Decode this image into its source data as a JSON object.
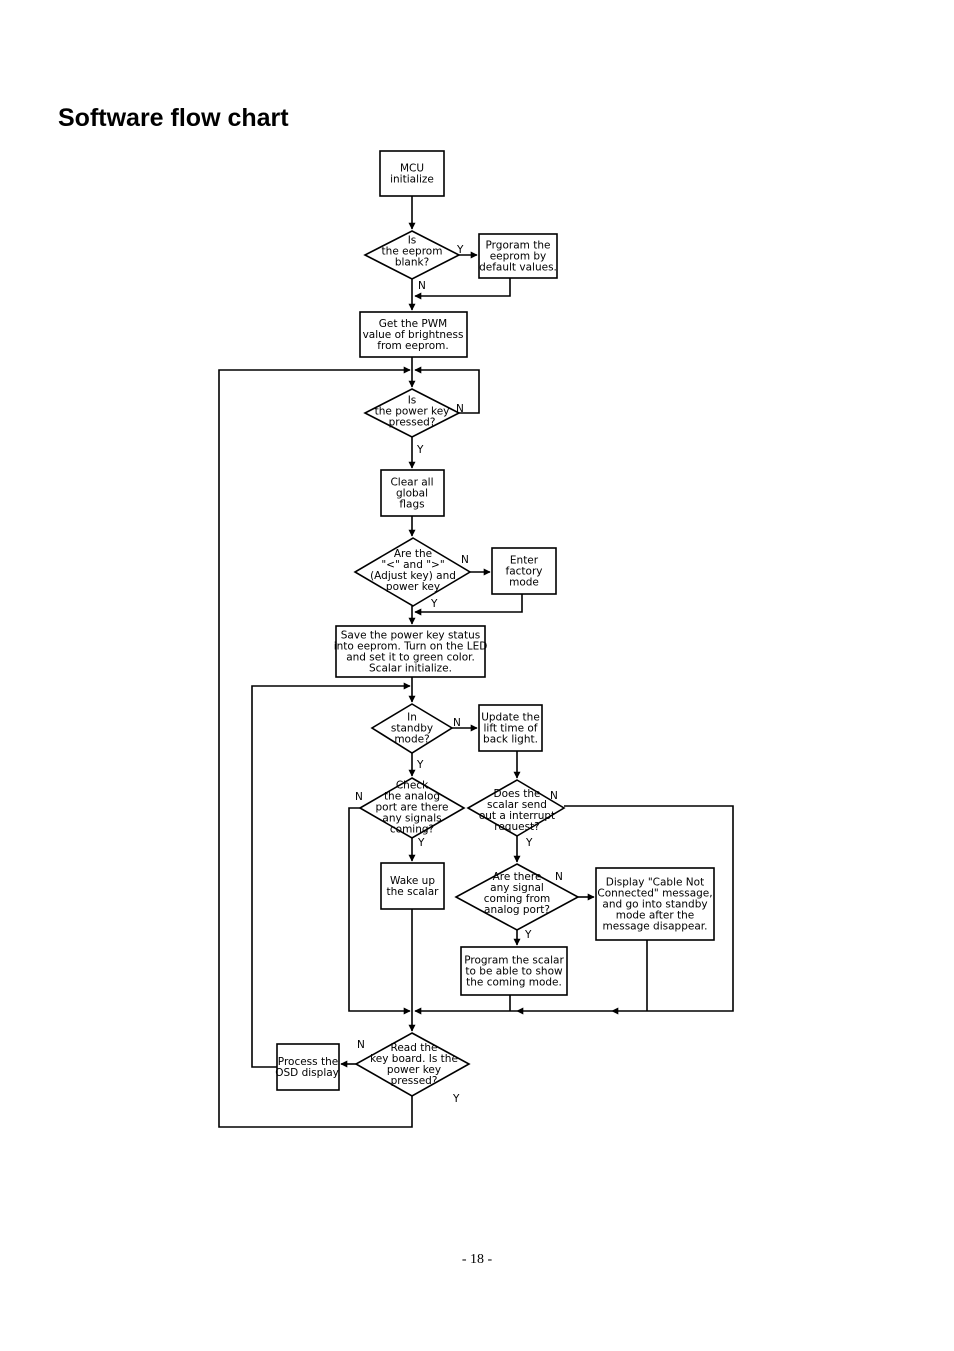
{
  "page": {
    "title": "Software flow chart",
    "page_number": "- 18 -"
  },
  "nodes": {
    "mcu_init": [
      "MCU",
      "initialize"
    ],
    "eeprom_blank": [
      "Is",
      "the eeprom",
      "blank?"
    ],
    "program_eeprom": [
      "Prgoram the",
      "eeprom by",
      "default values."
    ],
    "get_pwm": [
      "Get the PWM",
      "value of brightness",
      "from eeprom."
    ],
    "power_key_pressed": [
      "Is",
      "the power key",
      "pressed?"
    ],
    "clear_flags": [
      "Clear all",
      "global",
      "flags"
    ],
    "adjust_keys": [
      "Are the",
      "\"<\" and \">\"",
      "(Adjust key) and",
      "power key"
    ],
    "factory_mode": [
      "Enter",
      "factory",
      "mode"
    ],
    "save_status": [
      "Save the power key status",
      "into eeprom. Turn on the LED",
      "and set it to green color.",
      "Scalar initialize."
    ],
    "standby_mode": [
      "In",
      "standby",
      "mode?"
    ],
    "update_lift": [
      "Update the",
      "lift time of",
      "back light."
    ],
    "check_analog": [
      "Check",
      "the analog",
      "port are there",
      "any signals",
      "coming?"
    ],
    "scalar_interrupt": [
      "Does the",
      "scalar send",
      "out a interrupt",
      "request?"
    ],
    "wake_scalar": [
      "Wake up",
      "the scalar"
    ],
    "signal_coming": [
      "Are there",
      "any signal",
      "coming from",
      "analog port?"
    ],
    "display_cable": [
      "Display \"Cable Not",
      "Connected\" message,",
      "and go into standby",
      "mode after the",
      "message disappear."
    ],
    "program_scalar": [
      "Program the scalar",
      "to be able to show",
      "the coming mode."
    ],
    "read_keyboard": [
      "Read the",
      "key board. Is the",
      "power key",
      "pressed?"
    ],
    "process_osd": [
      "Process the",
      "OSD display."
    ]
  },
  "edge_labels": {
    "eeprom_blank_yes": "Y",
    "eeprom_blank_no": "N",
    "power_key_no": "N",
    "power_key_yes": "Y",
    "adjust_keys_no": "N",
    "adjust_keys_yes": "Y",
    "standby_no": "N",
    "standby_yes": "Y",
    "check_analog_no": "N",
    "check_analog_yes": "Y",
    "interrupt_no": "N",
    "interrupt_yes": "Y",
    "signal_no": "N",
    "signal_yes": "Y",
    "read_keyboard_no": "N",
    "read_keyboard_yes": "Y"
  }
}
